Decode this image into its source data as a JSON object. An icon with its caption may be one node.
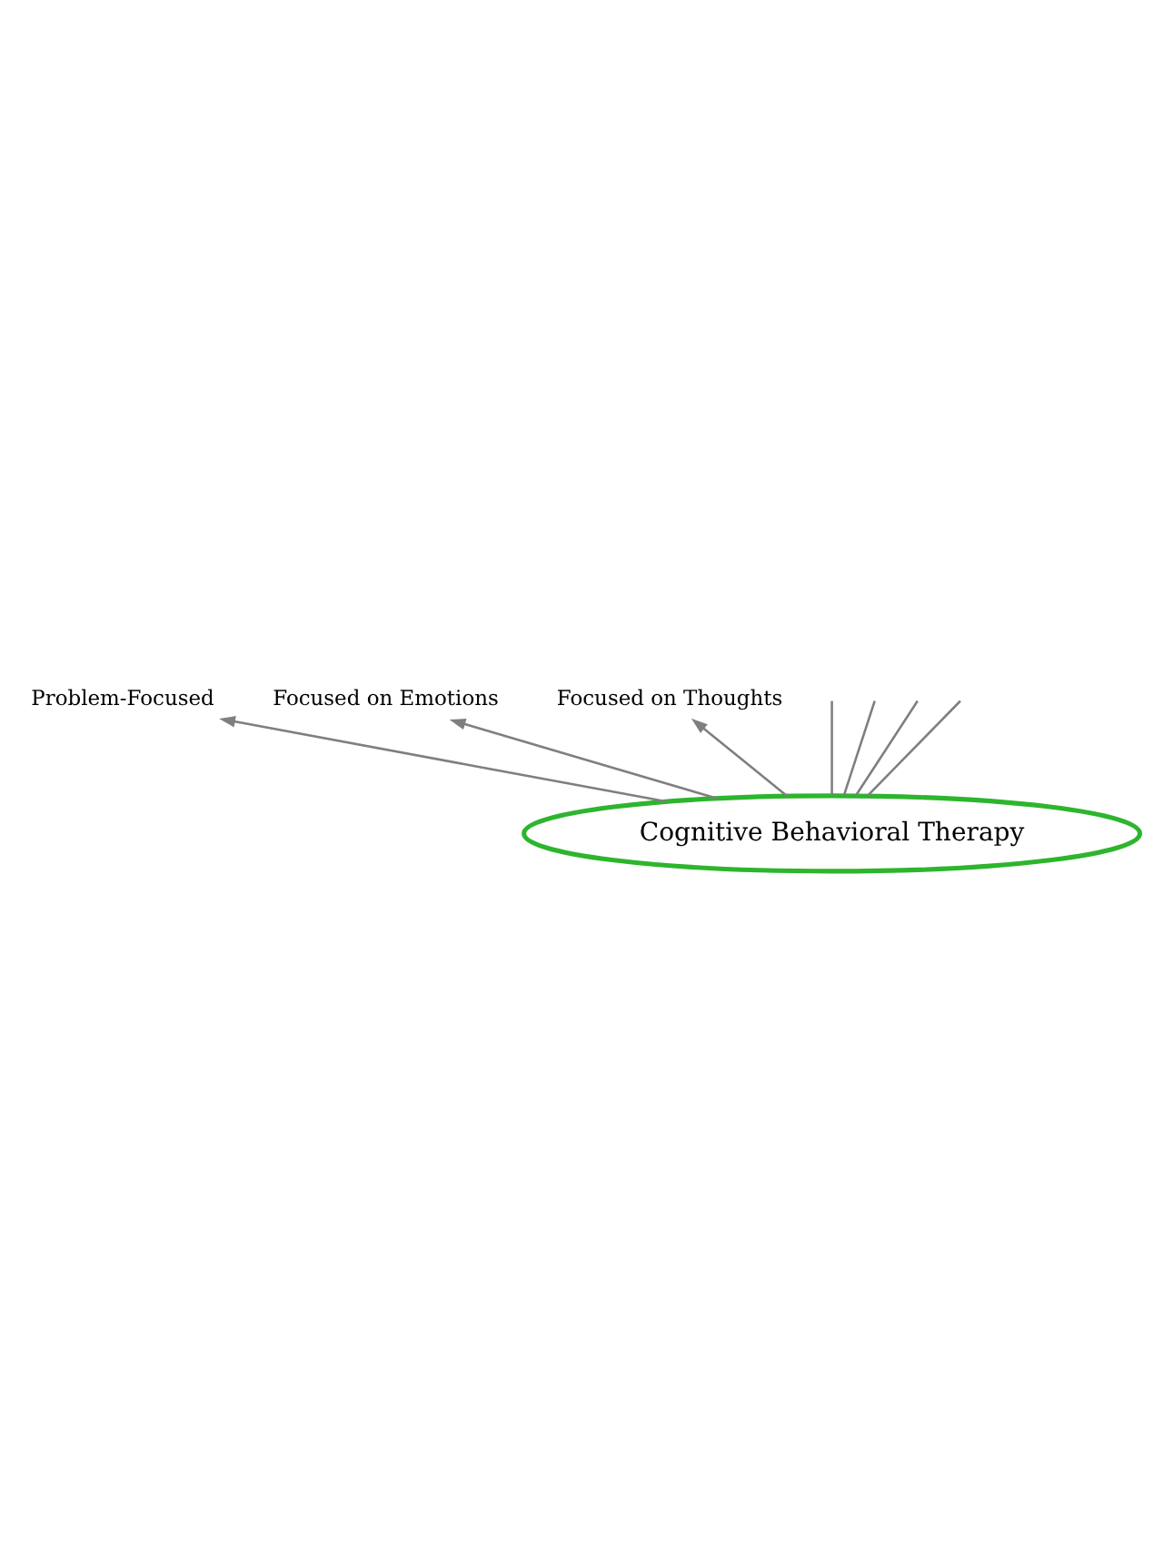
{
  "diagram": {
    "nodes": [
      {
        "text": [
          "Cognitive Behavioral Therapy"
        ]
      },
      {
        "text": [
          "Problem-Focused"
        ]
      },
      {
        "text": [
          "Focused on Emotions"
        ]
      },
      {
        "text": [
          "Focused on Thoughts"
        ]
      }
    ],
    "edges": [
      {
        "from": 0,
        "to": 1,
        "arrow": "to"
      },
      {
        "from": 0,
        "to": 2,
        "arrow": "to"
      },
      {
        "from": 0,
        "to": 3,
        "arrow": "to"
      },
      {
        "from": 0,
        "to": null,
        "arrow": "none"
      },
      {
        "from": 0,
        "to": null,
        "arrow": "none"
      },
      {
        "from": 0,
        "to": null,
        "arrow": "none"
      },
      {
        "from": 0,
        "to": null,
        "arrow": "none"
      }
    ]
  }
}
